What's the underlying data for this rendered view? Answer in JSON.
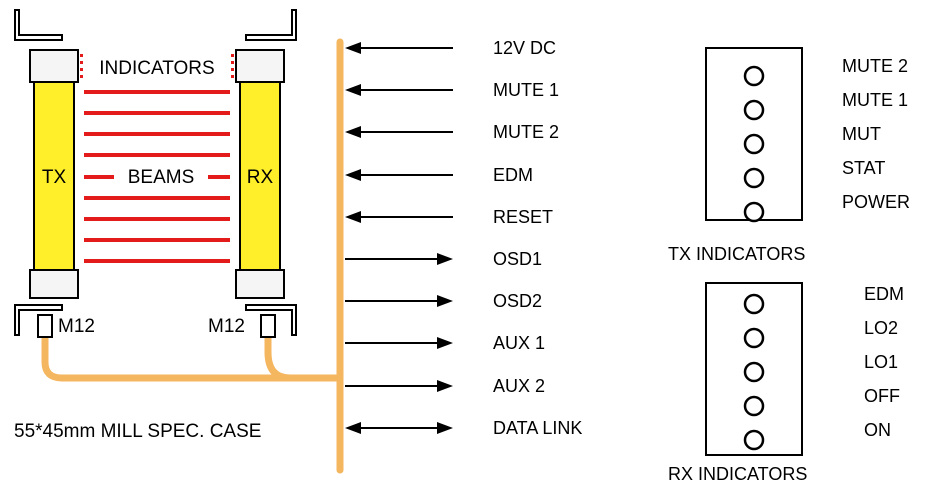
{
  "labels": {
    "indicators": "INDICATORS",
    "tx": "TX",
    "rx": "RX",
    "beams": "BEAMS",
    "m12_left": "M12",
    "m12_right": "M12",
    "case_spec": "55*45mm MILL SPEC. CASE"
  },
  "signals": [
    {
      "label": "12V DC",
      "direction": "in"
    },
    {
      "label": "MUTE 1",
      "direction": "in"
    },
    {
      "label": "MUTE 2",
      "direction": "in"
    },
    {
      "label": "EDM",
      "direction": "in"
    },
    {
      "label": "RESET",
      "direction": "in"
    },
    {
      "label": "OSD1",
      "direction": "out"
    },
    {
      "label": "OSD2",
      "direction": "out"
    },
    {
      "label": "AUX 1",
      "direction": "out"
    },
    {
      "label": "AUX 2",
      "direction": "out"
    },
    {
      "label": "DATA LINK",
      "direction": "both"
    }
  ],
  "tx_indicators": {
    "title": "TX INDICATORS",
    "items": [
      "MUTE 2",
      "MUTE 1",
      "MUT",
      "STAT",
      "POWER"
    ]
  },
  "rx_indicators": {
    "title": "RX INDICATORS",
    "items": [
      "EDM",
      "LO2",
      "LO1",
      "OFF",
      "ON"
    ]
  },
  "colors": {
    "beam": "#e31b1b",
    "light_curtain": "#ffef2a",
    "cable": "#f4b65e",
    "cap": "#f5f5f5",
    "outline": "#000000"
  }
}
